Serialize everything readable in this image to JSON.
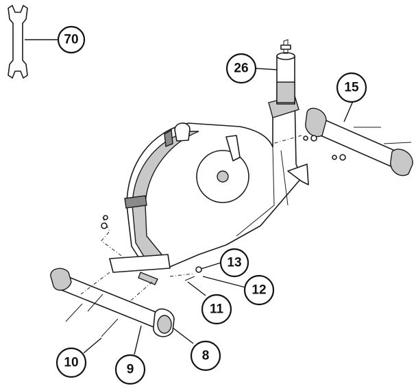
{
  "callouts": [
    {
      "id": "p70",
      "label": "70"
    },
    {
      "id": "p26",
      "label": "26"
    },
    {
      "id": "p15",
      "label": "15"
    },
    {
      "id": "p13",
      "label": "13"
    },
    {
      "id": "p12",
      "label": "12"
    },
    {
      "id": "p11",
      "label": "11"
    },
    {
      "id": "p8",
      "label": "8"
    },
    {
      "id": "p9",
      "label": "9"
    },
    {
      "id": "p10",
      "label": "10"
    }
  ],
  "colors": {
    "ink": "#111111",
    "shade": "#8a8a8a",
    "light": "#c8c8c8",
    "background": "#ffffff"
  }
}
